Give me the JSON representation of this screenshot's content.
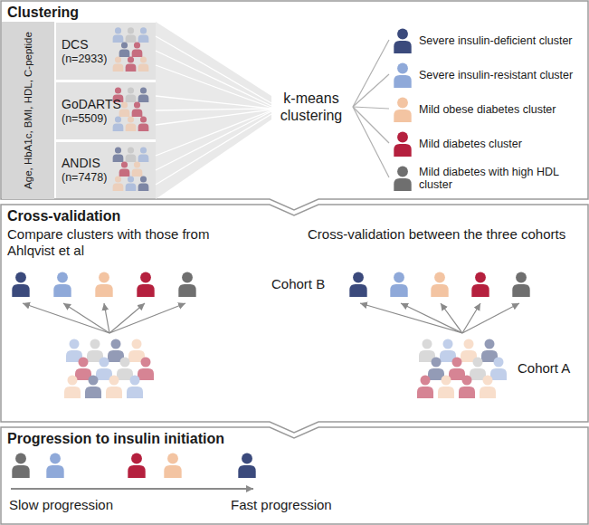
{
  "diagram": {
    "nodes": [
      {
        "text": [
          "Clustering"
        ]
      },
      {
        "text": [
          "Age, HbA1c, BMI, HDL, C-peptide"
        ],
        "in": 0
      },
      {
        "text": [
          "DCS",
          "(n=2933)"
        ],
        "in": 1
      },
      {
        "text": [
          "GoDARTS",
          "(n=5509)"
        ],
        "in": 1
      },
      {
        "text": [
          "ANDIS",
          "(n=7478)"
        ],
        "in": 1
      },
      {
        "text": [
          "Cross-validation"
        ]
      },
      {
        "text": [
          "Progression to insulin initiation"
        ]
      }
    ],
    "labels": [
      "k-means clustering",
      "Compare clusters with those from Ahlqvist et al",
      "Cross-validation between the three cohorts",
      "Cohort B",
      "Cohort A",
      "Slow progression",
      "Fast progression"
    ],
    "legend": [
      {
        "text": "Severe insulin-deficient cluster",
        "color": "#3b4a7c"
      },
      {
        "text": "Severe insulin-resistant cluster",
        "color": "#8fa9d9"
      },
      {
        "text": "Mild obese diabetes cluster",
        "color": "#f3c4a2"
      },
      {
        "text": "Mild diabetes cluster",
        "color": "#b5203e"
      },
      {
        "text": "Mild diabetes with high HDL cluster",
        "color": "#6f6f6f"
      }
    ]
  }
}
